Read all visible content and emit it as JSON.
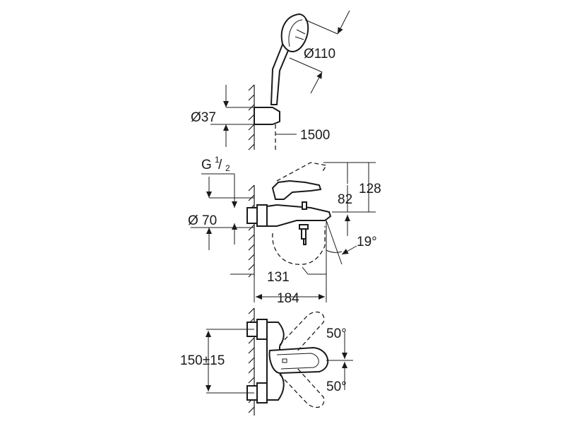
{
  "drawing": {
    "dimensions": {
      "handshower_diameter": "Ø110",
      "holder_diameter": "Ø37",
      "hose_length": "1500",
      "thread_main": "G",
      "thread_num": "1",
      "thread_den": "2",
      "rosette_diameter": "Ø 70",
      "spout_height": "82",
      "lever_height": "128",
      "spout_angle": "19°",
      "spout_reach": "131",
      "total_depth": "184",
      "centre_distance": "150±15",
      "lever_angle_up": "50°",
      "lever_angle_down": "50°"
    }
  }
}
